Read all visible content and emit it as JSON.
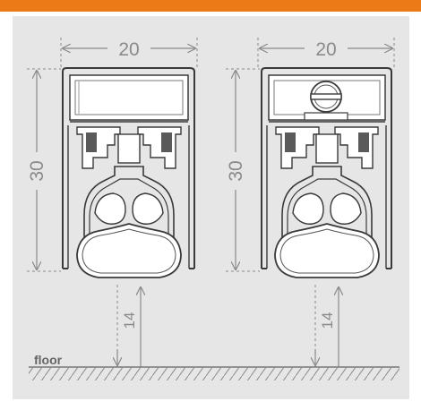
{
  "colors": {
    "accent_bar": "#ec7a17",
    "panel_background": "#e6e6e6",
    "line": "#777777",
    "outline": "#3a3a3a",
    "fill_dark": "#5a5a5a",
    "fill_light": "#f4f4f4",
    "dimension": "#8a8a8a"
  },
  "left_seal": {
    "width_label": "20",
    "height_label": "30",
    "clearance_label": "14"
  },
  "right_seal": {
    "width_label": "20",
    "height_label": "30",
    "clearance_label": "14"
  },
  "floor_label": "floor"
}
